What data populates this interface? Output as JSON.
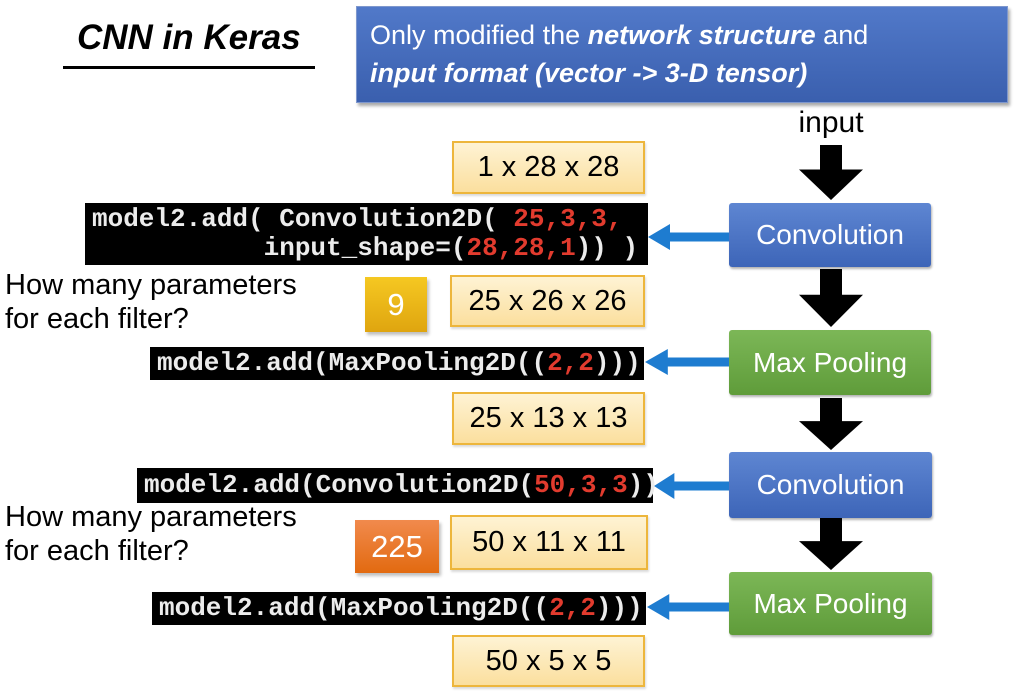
{
  "title": "CNN in Keras",
  "header": {
    "line1_prefix": "Only modified the ",
    "line1_emph": "network structure",
    "line1_suffix": " and",
    "line2_emph": "input format (vector -> 3-D tensor)"
  },
  "flow": {
    "input_label": "input",
    "nodes": [
      {
        "label": "Convolution",
        "type": "conv"
      },
      {
        "label": "Max Pooling",
        "type": "pool"
      },
      {
        "label": "Convolution",
        "type": "conv"
      },
      {
        "label": "Max Pooling",
        "type": "pool"
      }
    ]
  },
  "dims": [
    "1 x 28 x 28",
    "25 x 26 x 26",
    "25 x 13 x 13",
    "50 x 11 x 11",
    "50 x 5 x 5"
  ],
  "questions": [
    {
      "line1": "How many parameters",
      "line2": "for each filter?",
      "answer": "9"
    },
    {
      "line1": "How many parameters",
      "line2": "for each filter?",
      "answer": "225"
    }
  ],
  "code_blocks": [
    {
      "lines": [
        [
          {
            "t": "model2.add( Convolution2D( ",
            "c": "w"
          },
          {
            "t": "25,3,3,",
            "c": "r"
          }
        ],
        [
          {
            "t": "           input_shape=(",
            "c": "w"
          },
          {
            "t": "28,28,1",
            "c": "r"
          },
          {
            "t": ")) )",
            "c": "w"
          }
        ]
      ]
    },
    {
      "lines": [
        [
          {
            "t": "model2.add(MaxPooling2D((",
            "c": "w"
          },
          {
            "t": "2,2",
            "c": "r"
          },
          {
            "t": ")))",
            "c": "w"
          }
        ]
      ]
    },
    {
      "lines": [
        [
          {
            "t": "model2.add(Convolution2D(",
            "c": "w"
          },
          {
            "t": "50,3,3",
            "c": "r"
          },
          {
            "t": "))",
            "c": "w"
          }
        ]
      ]
    },
    {
      "lines": [
        [
          {
            "t": "model2.add(MaxPooling2D((",
            "c": "w"
          },
          {
            "t": "2,2",
            "c": "r"
          },
          {
            "t": ")))",
            "c": "w"
          }
        ]
      ]
    }
  ],
  "colors": {
    "conv_box_blue": "#4a71c3",
    "pool_box_green": "#6ca946",
    "header_blue": "#4169b4",
    "dim_box_fill": "#fdeab9",
    "dim_box_border": "#edb63c",
    "answer_gold": "#eab618",
    "answer_orange": "#ea7a2e",
    "code_red": "#e23b2e",
    "pointer_arrow_blue": "#1e7cd0",
    "flow_arrow_black": "#000000"
  }
}
